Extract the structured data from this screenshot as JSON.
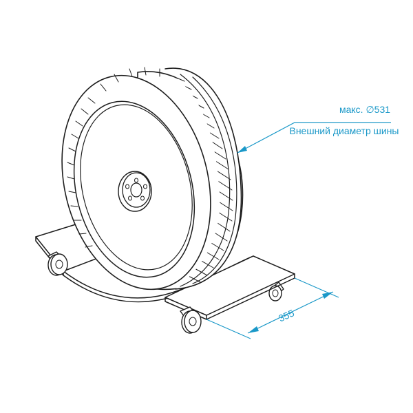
{
  "annotations": {
    "max_diameter": "макс. ∅531",
    "outer_diameter_label": "Внешний диаметр шины",
    "platform_width": "355"
  },
  "colors": {
    "annotation": "#1a98c8",
    "ink": "#1d1d1d"
  },
  "icons": {
    "tire": "tire-dolly-drawing"
  }
}
